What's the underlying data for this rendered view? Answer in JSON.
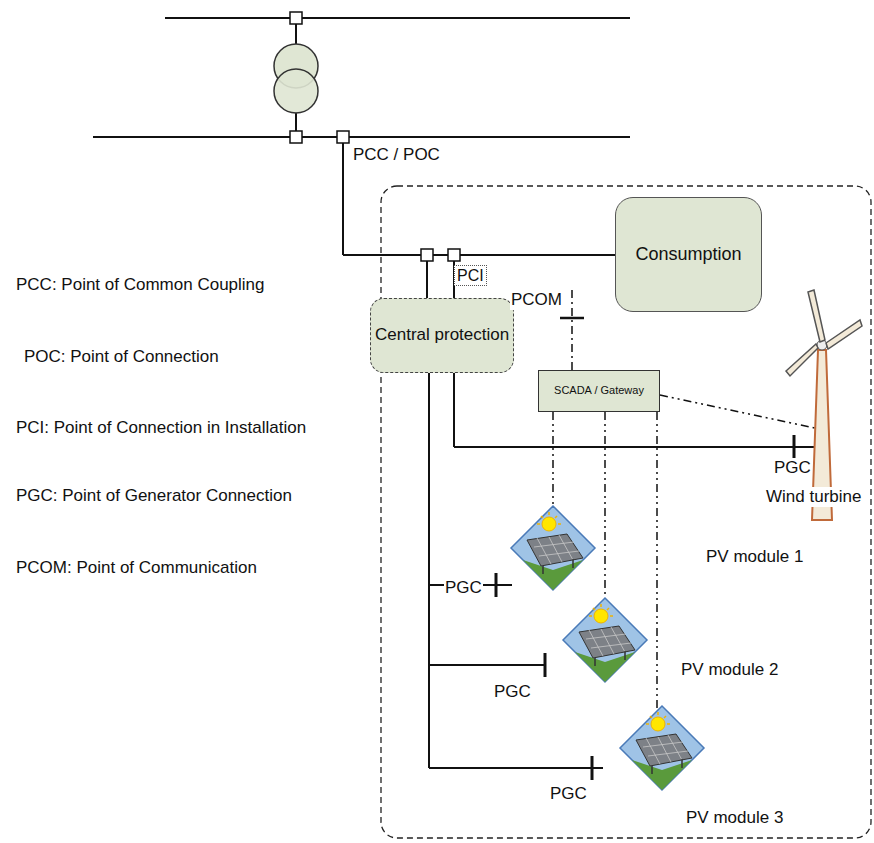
{
  "diagram": {
    "nodes": [
      {
        "text": [
          "Consumption"
        ]
      },
      {
        "text": [
          "PCI"
        ]
      },
      {
        "text": [
          "Central protection"
        ]
      },
      {
        "text": [
          "SCADA / Gateway"
        ]
      }
    ],
    "labels": [
      "PCC / POC",
      "PCOM",
      "PGC",
      "Wind turbine",
      "PGC",
      "PV module 1",
      "PGC",
      "PV module 2",
      "PGC",
      "PV module 3",
      "PCC: Point of Common Coupling",
      "POC: Point of Connection",
      "PCI: Point of Connection in Installation",
      "PGC: Point of Generator Connection",
      "PCOM: Point of Communication"
    ]
  }
}
